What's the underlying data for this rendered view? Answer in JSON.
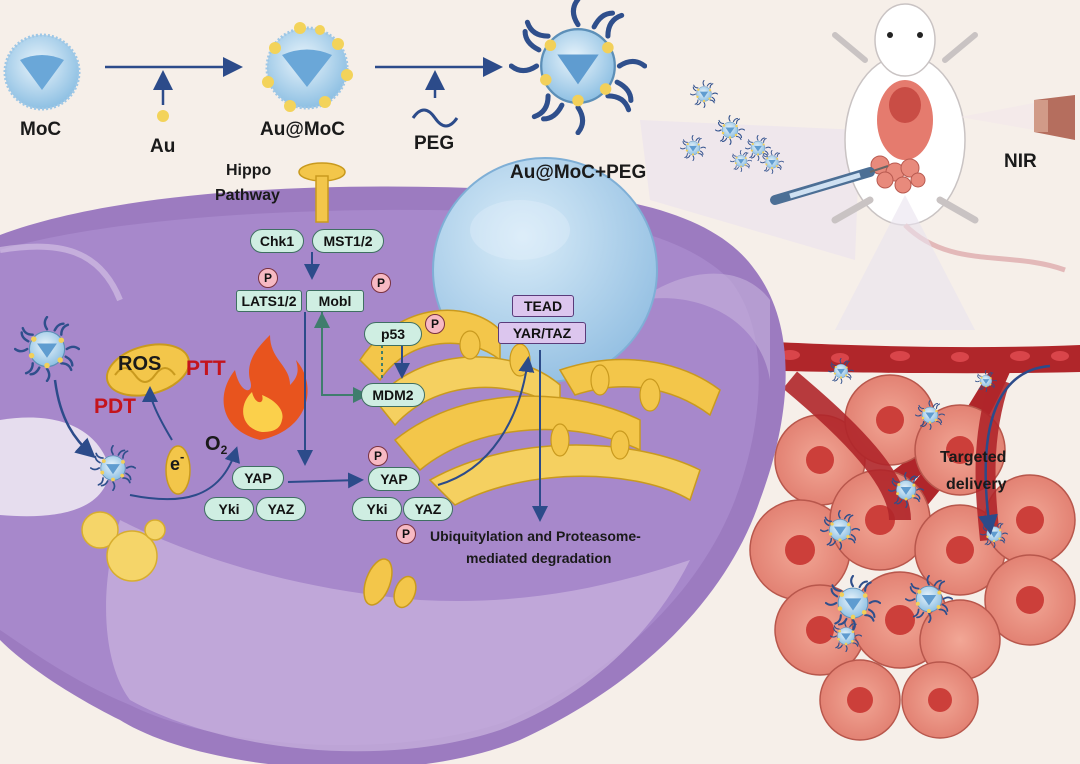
{
  "synthesis": {
    "moc": "MoC",
    "au": "Au",
    "au_moc": "Au@MoC",
    "peg": "PEG",
    "au_moc_peg": "Au@MoC+PEG"
  },
  "in_vivo": {
    "nir": "NIR",
    "targeted_delivery_line1": "Targeted",
    "targeted_delivery_line2": "delivery"
  },
  "therapy": {
    "ros": "ROS",
    "ptt": "PTT",
    "pdt": "PDT",
    "electron": "e",
    "electron_sup": "-",
    "oxygen": "O",
    "oxygen_sub": "2"
  },
  "pathway": {
    "title_line1": "Hippo",
    "title_line2": "Pathway",
    "chk1": "Chk1",
    "mst12": "MST1/2",
    "lats12": "LATS1/2",
    "mobl": "Mobl",
    "p53": "p53",
    "mdm2": "MDM2",
    "yap": "YAP",
    "yki": "Yki",
    "yaz": "YAZ",
    "phospho": "P",
    "tead": "TEAD",
    "yar_taz": "YAR/TAZ",
    "degradation_line1": "Ubiquitylation and Proteasome-",
    "degradation_line2": "mediated degradation"
  },
  "colors": {
    "background": "#f6efe9",
    "cell": "#9c7bc0",
    "nucleus": "#b7d7ef",
    "golgi": "#f3c64a",
    "node_fill": "#cfeee2",
    "phospho_fill": "#f7b9c3",
    "nucleus_box_fill": "#dcc6ee",
    "arrow": "#2c4b8a",
    "therapy_label": "#c4141c",
    "vessel": "#b0262a",
    "tumor": "#e88a7c"
  },
  "icons": [
    "nanoparticle-icon",
    "mouse-icon",
    "syringe-icon",
    "laser-icon",
    "flame-icon",
    "mitochondrion-icon",
    "golgi-icon",
    "tumor-cell-icon",
    "blood-vessel-icon"
  ]
}
